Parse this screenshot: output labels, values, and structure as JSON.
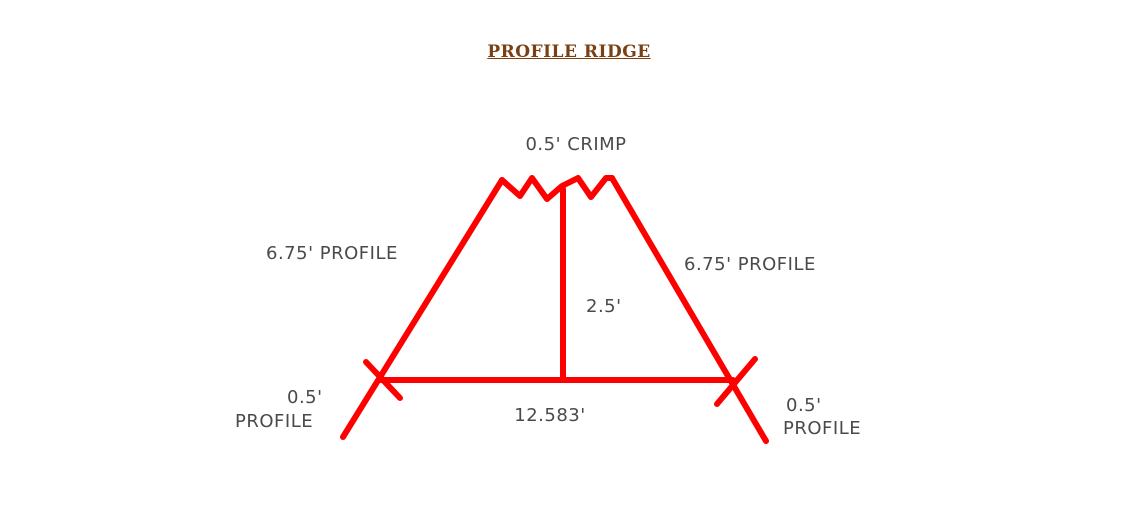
{
  "title": "PROFILE  RIDGE",
  "labels": {
    "crimp": "0.5' CRIMP",
    "left_profile": "6.75' PROFILE",
    "right_profile": "6.75' PROFILE",
    "height": "2.5'",
    "base": "12.583'",
    "left_end_top": "0.5'",
    "left_end_bottom": "PROFILE",
    "right_end_top": "0.5'",
    "right_end_bottom": "PROFILE"
  },
  "colors": {
    "line": "#ff0000",
    "label": "#4a4a4a",
    "title": "#7a3f12"
  }
}
